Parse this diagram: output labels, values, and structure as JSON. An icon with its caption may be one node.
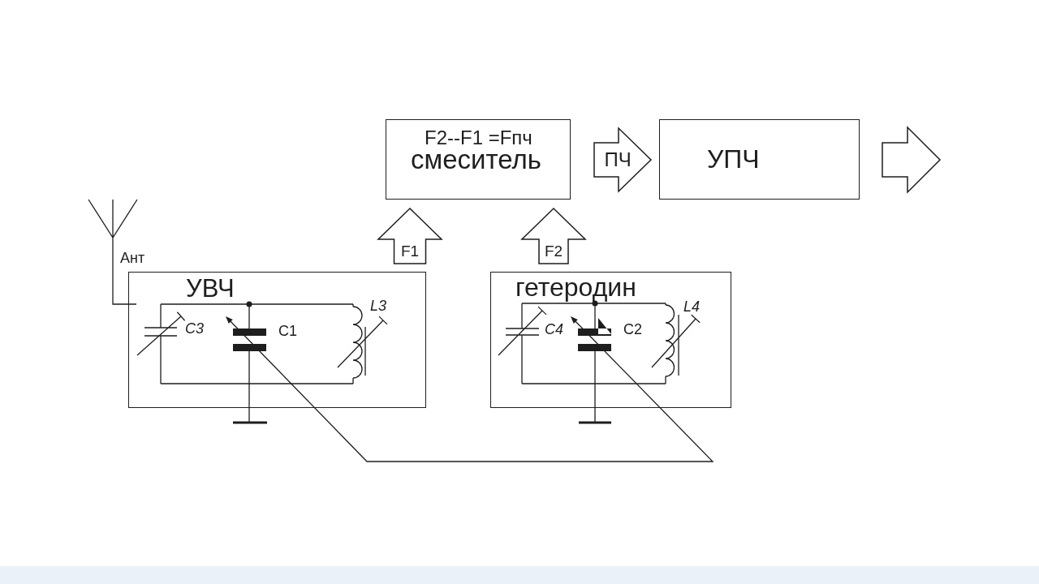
{
  "diagram": {
    "nodes": [
      {
        "text": [
          "F2--F1 =Fпч",
          "смеситель"
        ]
      },
      {
        "text": [
          "УПЧ"
        ]
      },
      {
        "text": [],
        "shape": "antenna",
        "beside": [
          "Ант"
        ]
      },
      {
        "text": [
          "УВЧ"
        ]
      },
      {
        "text": [
          "гетеродин"
        ]
      },
      {
        "text": [],
        "shape": "capacitor",
        "in": 3,
        "beside": [
          "C1"
        ]
      },
      {
        "text": [],
        "shape": "capacitor",
        "in": 4,
        "beside": [
          "C2"
        ]
      }
    ],
    "edges": [
      {
        "from": 3,
        "to": 0,
        "arrow": "to",
        "label": "F1",
        "style": "thick"
      },
      {
        "from": 4,
        "to": 0,
        "arrow": "to",
        "label": "F2",
        "style": "thick"
      },
      {
        "from": 0,
        "to": 1,
        "arrow": "to",
        "label": "ПЧ",
        "style": "thick"
      },
      {
        "from": 1,
        "to": null,
        "arrow": "to",
        "style": "thick"
      },
      {
        "from": 2,
        "to": 3,
        "arrow": "none"
      },
      {
        "from": 5,
        "to": 6,
        "arrow": "none"
      }
    ],
    "labels": [
      "C3",
      "L3",
      "C4",
      "L4"
    ]
  }
}
